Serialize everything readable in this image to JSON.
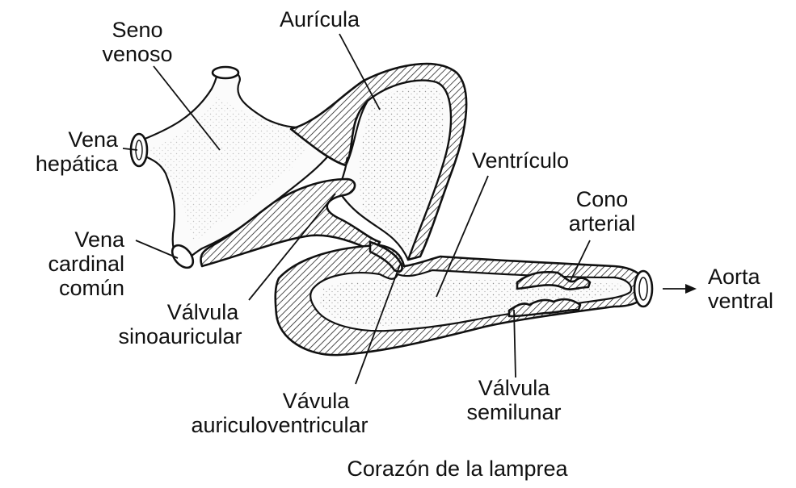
{
  "title": "Corazón de la lamprea",
  "labels": {
    "seno_venoso": [
      "Seno",
      "venoso"
    ],
    "auricula": "Aurícula",
    "vena_hepatica": [
      "Vena",
      "hepática"
    ],
    "ventriculo": "Ventrículo",
    "cono_arterial": [
      "Cono",
      "arterial"
    ],
    "vena_cardinal_comun": [
      "Vena",
      "cardinal",
      "común"
    ],
    "valvula_sinoauricular": [
      "Válvula",
      "sinoauricular"
    ],
    "aorta_ventral": [
      "Aorta",
      "ventral"
    ],
    "valvula_auriculoventricular": [
      "Vávula",
      "auriculoventricular"
    ],
    "valvula_semilunar": [
      "Válvula",
      "semilunar"
    ]
  },
  "colors": {
    "ink": "#111111",
    "background": "#ffffff"
  }
}
